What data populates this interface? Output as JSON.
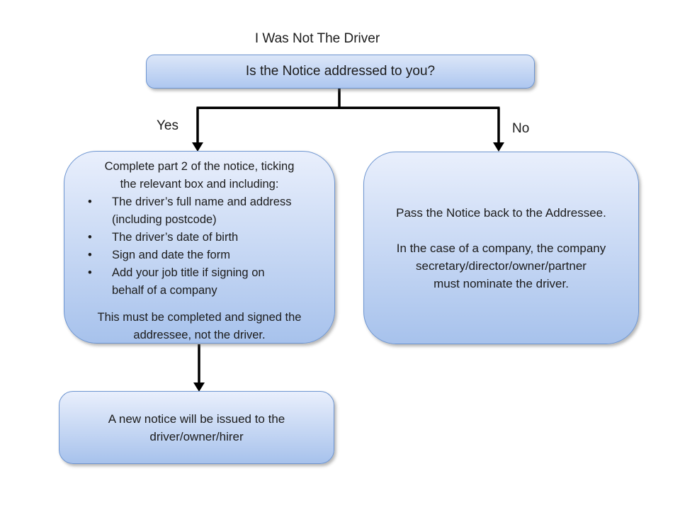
{
  "title": "I Was Not The Driver",
  "bullet_char": "•",
  "decision_box": {
    "label": "Is the Notice addressed to you?"
  },
  "branches": {
    "yes_label": "Yes",
    "no_label": "No"
  },
  "yes_box": {
    "intro": "Complete part 2 of the notice, ticking\nthe relevant box and including:",
    "bullets": [
      "The driver’s full name and address\n(including postcode)",
      "The driver’s date of birth",
      "Sign and date the form",
      "Add your job title if signing on\nbehalf of a company"
    ],
    "footer": "This must be completed and signed the\naddressee, not the driver."
  },
  "no_box": {
    "paragraphs": [
      "Pass the Notice back to the Addressee.",
      "In the case of a company, the company\nsecretary/director/owner/partner\nmust nominate the driver."
    ]
  },
  "result_box": {
    "text": "A new notice will be issued to the\ndriver/owner/hirer"
  },
  "colors": {
    "box-fill-top": "#e9effc",
    "box-fill-bottom": "#a7c2ec",
    "decision-fill-top": "#dce6f8",
    "decision-fill-bottom": "#aec7f0",
    "box-border": "#6d95d1",
    "connector": "#000000",
    "text": "#1b1b1b",
    "background": "#ffffff"
  }
}
